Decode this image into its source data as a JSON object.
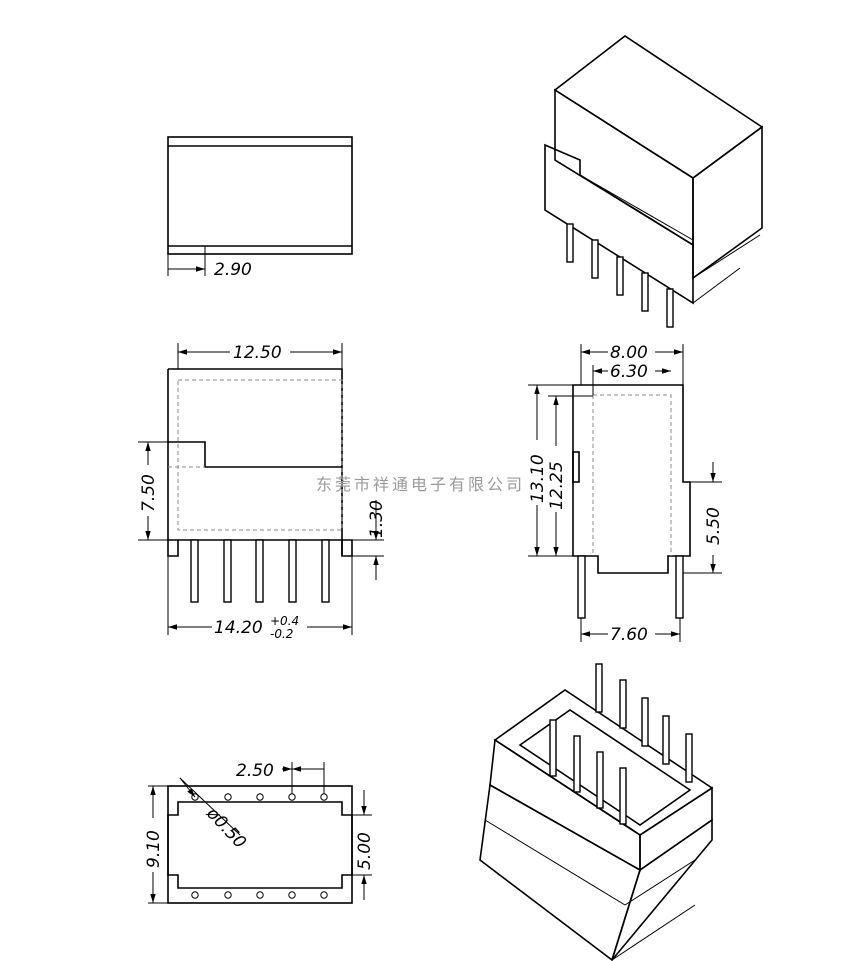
{
  "watermark": "东莞市祥通电子有限公司",
  "dimensions": {
    "top_offset": "2.90",
    "front_width": "12.50",
    "front_height": "7.50",
    "pin_standoff": "1.30",
    "overall_width": "14.20",
    "overall_width_tol_plus": "+0.4",
    "overall_width_tol_minus": "-0.2",
    "side_width": "8.00",
    "side_inner_width": "6.30",
    "side_height": "13.10",
    "side_inner_height": "12.25",
    "side_pin_height": "5.50",
    "side_pin_pitch": "7.60",
    "pin_pitch": "2.50",
    "hole_diameter": "ø0.50",
    "bottom_depth": "9.10",
    "row_spacing": "5.00"
  }
}
